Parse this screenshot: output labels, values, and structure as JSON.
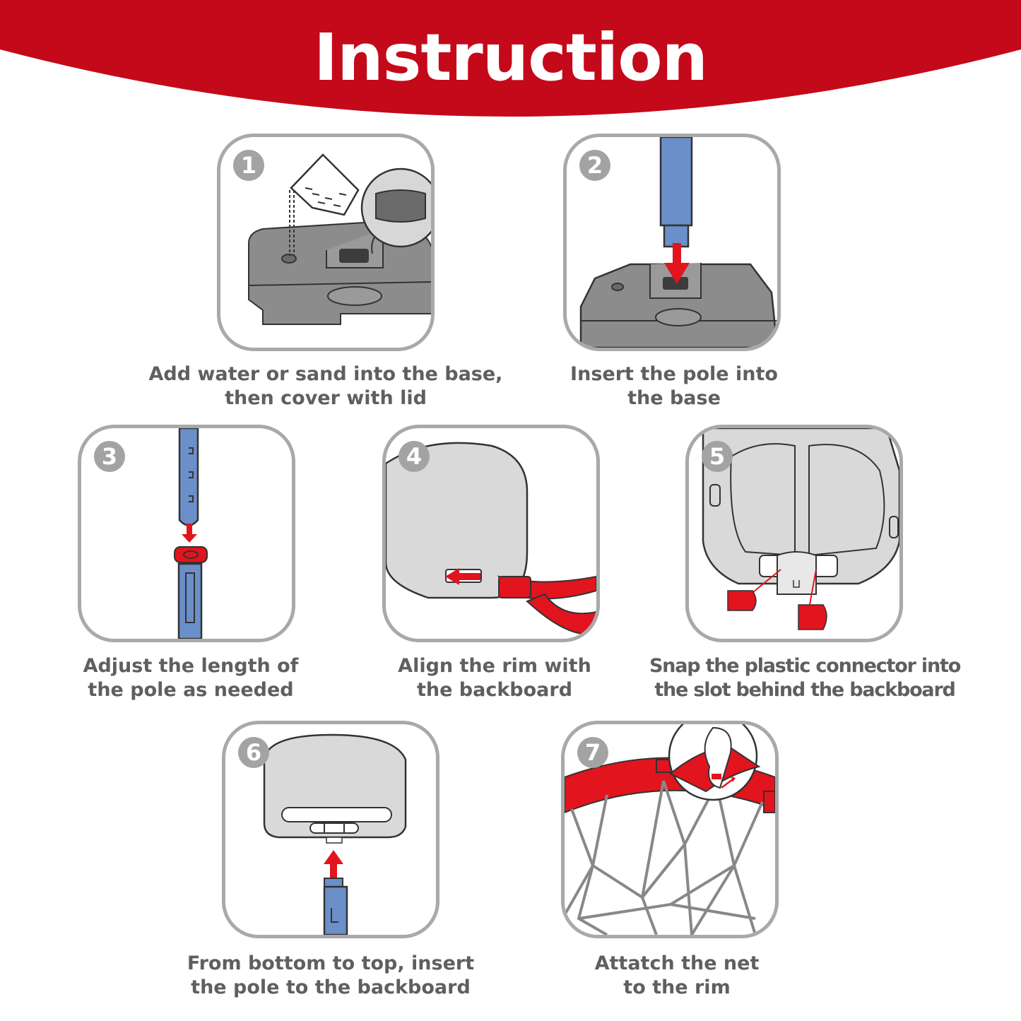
{
  "header": {
    "title": "Instruction",
    "color": "#c4091a"
  },
  "colors": {
    "frame": "#a9a9a9",
    "part_gray": "#8c8c8c",
    "pole_blue": "#6b8fc9",
    "accent_red": "#e2141e",
    "text": "#5f5f5f"
  },
  "steps": [
    {
      "number": "1",
      "icon": "water-bucket-base-icon",
      "caption": [
        "Add water or sand into the base,",
        "then cover with lid"
      ]
    },
    {
      "number": "2",
      "icon": "pole-into-base-icon",
      "caption": [
        "Insert the pole into",
        "the base"
      ]
    },
    {
      "number": "3",
      "icon": "adjust-pole-icon",
      "caption": [
        "Adjust the length of",
        "the pole as needed"
      ]
    },
    {
      "number": "4",
      "icon": "rim-backboard-icon",
      "caption": [
        "Align the rim with",
        "the backboard"
      ]
    },
    {
      "number": "5",
      "icon": "connector-snap-icon",
      "caption": [
        "Snap the plastic connector into",
        "the slot behind the backboard"
      ]
    },
    {
      "number": "6",
      "icon": "pole-to-backboard-icon",
      "caption": [
        "From bottom to top, insert",
        "the pole to the backboard"
      ]
    },
    {
      "number": "7",
      "icon": "net-to-rim-icon",
      "caption": [
        "Attatch the net",
        "to the rim"
      ]
    }
  ]
}
